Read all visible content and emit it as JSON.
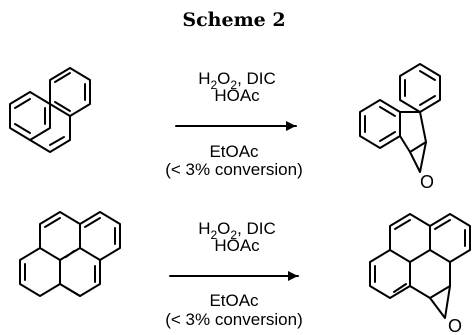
{
  "scheme": {
    "title": "Scheme 2",
    "reactions": [
      {
        "reagent_line1": {
          "a": "H",
          "a_sub": "2",
          "b": "O",
          "b_sub": "2",
          "rest": ", DIC"
        },
        "reagent_line2": "HOAc",
        "solvent": "EtOAc",
        "conversion": "(< 3% conversion)",
        "reactant": "phenanthrene",
        "product": "phenanthrene-9,10-oxide",
        "product_atom": "O"
      },
      {
        "reagent_line1": {
          "a": "H",
          "a_sub": "2",
          "b": "O",
          "b_sub": "2",
          "rest": ", DIC"
        },
        "reagent_line2": "HOAc",
        "solvent": "EtOAc",
        "conversion": "(< 3% conversion)",
        "reactant": "pyrene",
        "product": "pyrene-4,5-oxide",
        "product_atom": "O"
      }
    ]
  }
}
